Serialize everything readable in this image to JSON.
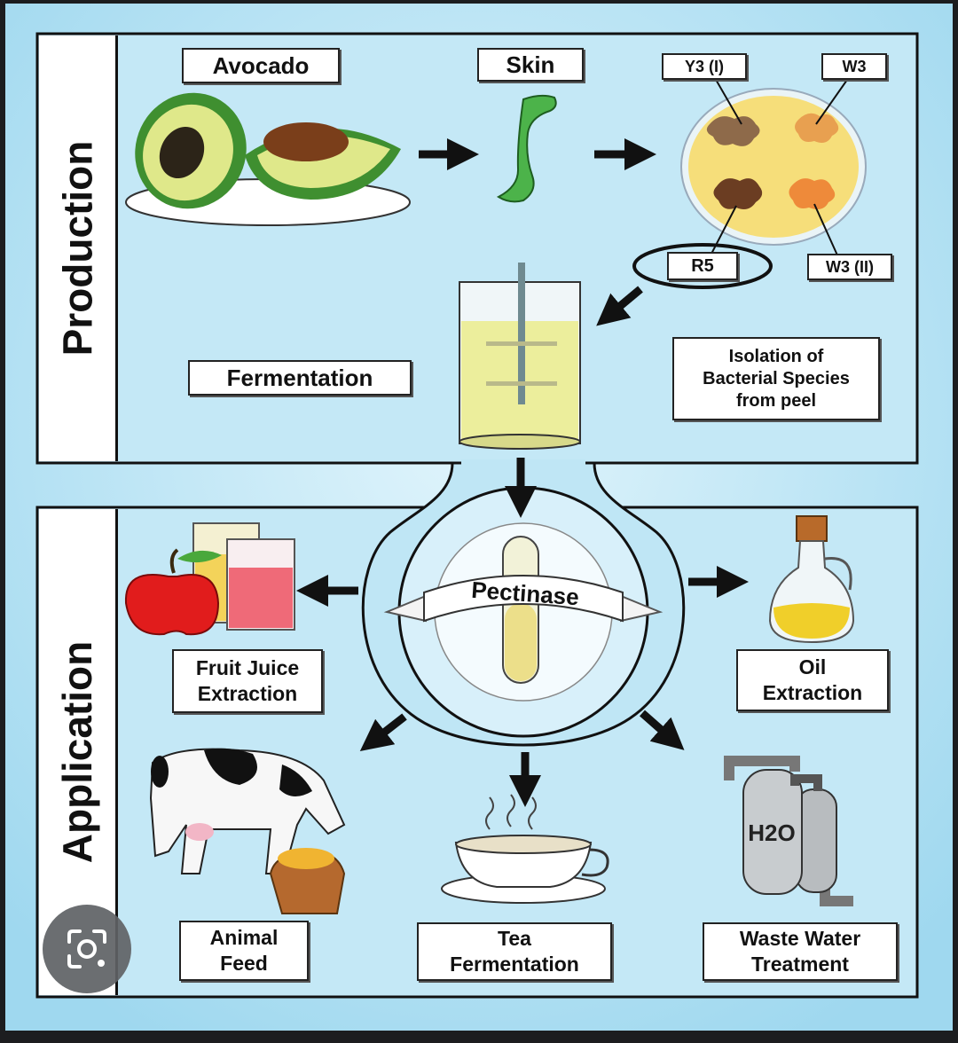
{
  "sections": {
    "production": "Production",
    "application": "Application"
  },
  "production": {
    "avocado": "Avocado",
    "skin": "Skin",
    "strains": {
      "y3_i": "Y3 (I)",
      "w3": "W3",
      "r5": "R5",
      "w3_ii": "W3 (II)"
    },
    "fermentation": "Fermentation",
    "isolation_line1": "Isolation of",
    "isolation_line2": "Bacterial Species",
    "isolation_line3": "from peel"
  },
  "center": {
    "enzyme": "Pectinase"
  },
  "applications": {
    "fruit_juice_line1": "Fruit Juice",
    "fruit_juice_line2": "Extraction",
    "oil_line1": "Oil",
    "oil_line2": "Extraction",
    "animal_line1": "Animal",
    "animal_line2": "Feed",
    "tea_line1": "Tea",
    "tea_line2": "Fermentation",
    "waste_line1": "Waste Water",
    "waste_line2": "Treatment",
    "h2o": "H2O"
  },
  "colors": {
    "panel_bg": "#bfe6f5",
    "panel_light": "#d9f1fa",
    "frame": "#111111",
    "avocado_green": "#5ab346",
    "avocado_flesh": "#e9ef8f",
    "seed": "#7a3e1a",
    "broth": "#ecee9c",
    "colony_brown": "#8e6a4a",
    "colony_orange": "#e89a4a",
    "plate": "#f6de7a"
  },
  "icons": {
    "lens": "camera-search-icon"
  }
}
